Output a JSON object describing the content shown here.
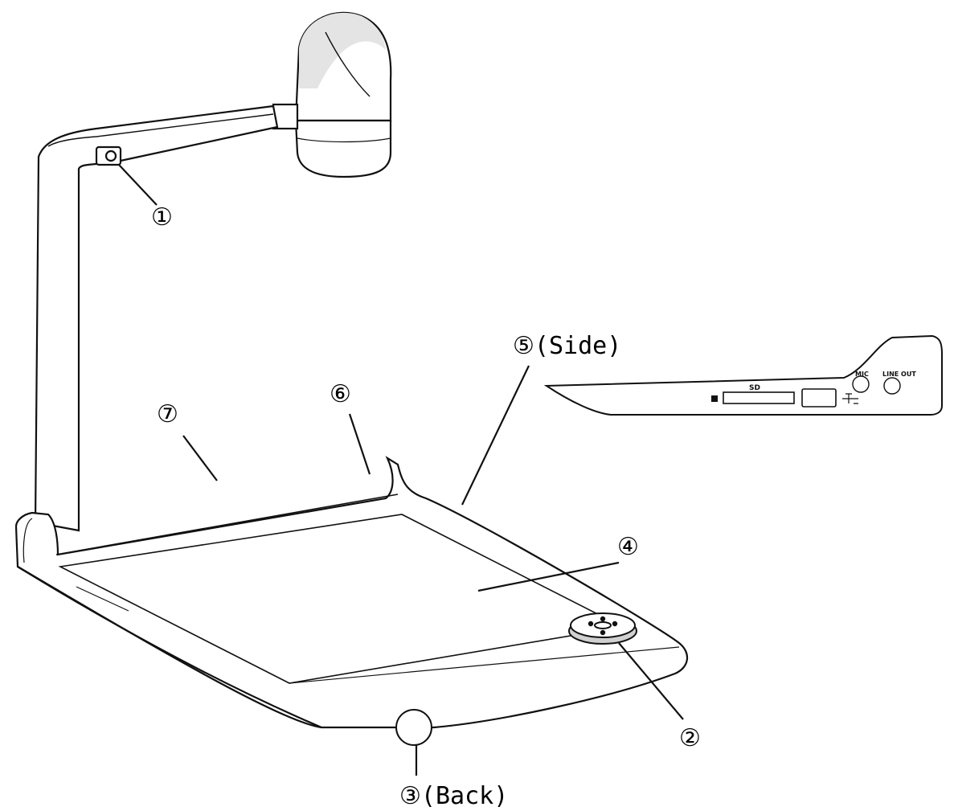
{
  "callouts": {
    "c1": "①",
    "c2": "②",
    "c3": "③(Back)",
    "c4": "④",
    "c5": "⑤(Side)",
    "c6": "⑥",
    "c7": "⑦"
  },
  "side_panel": {
    "sd_label": "SD",
    "mic_label": "MIC",
    "lineout_label": "LINE OUT"
  },
  "colors": {
    "line": "#111111",
    "fill": "#ffffff",
    "shade": "#d8d8d8"
  }
}
